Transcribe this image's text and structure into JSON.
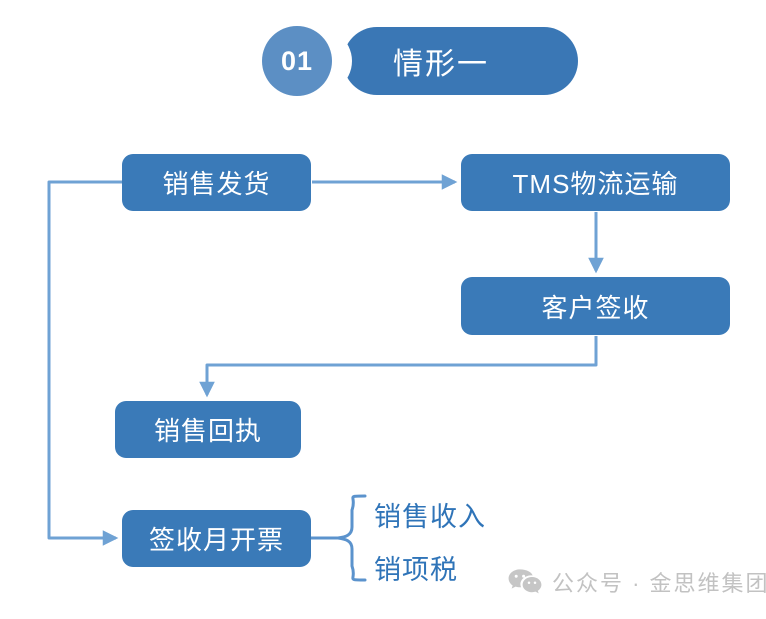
{
  "header": {
    "number": "01",
    "title": "情形一",
    "circle_color": "#5c8fc4",
    "pill_color": "#3a77b5"
  },
  "diagram": {
    "node_color": "#3a7ab8",
    "connector_color": "#6fa2d4",
    "nodes": [
      {
        "id": "sales-shipment",
        "label": "销售发货"
      },
      {
        "id": "tms-logistics",
        "label": "TMS物流运输"
      },
      {
        "id": "customer-signed",
        "label": "客户签收"
      },
      {
        "id": "sales-receipt",
        "label": "销售回执"
      },
      {
        "id": "invoice-month",
        "label": "签收月开票"
      }
    ],
    "brace_items": [
      {
        "id": "sales-revenue",
        "label": "销售收入"
      },
      {
        "id": "output-vat",
        "label": "销项税"
      }
    ],
    "brace_text_color": "#2f74b8"
  },
  "watermark": {
    "icon": "wechat-icon",
    "text": "公众号 · 金思维集团",
    "color": "#c2c2c2"
  }
}
